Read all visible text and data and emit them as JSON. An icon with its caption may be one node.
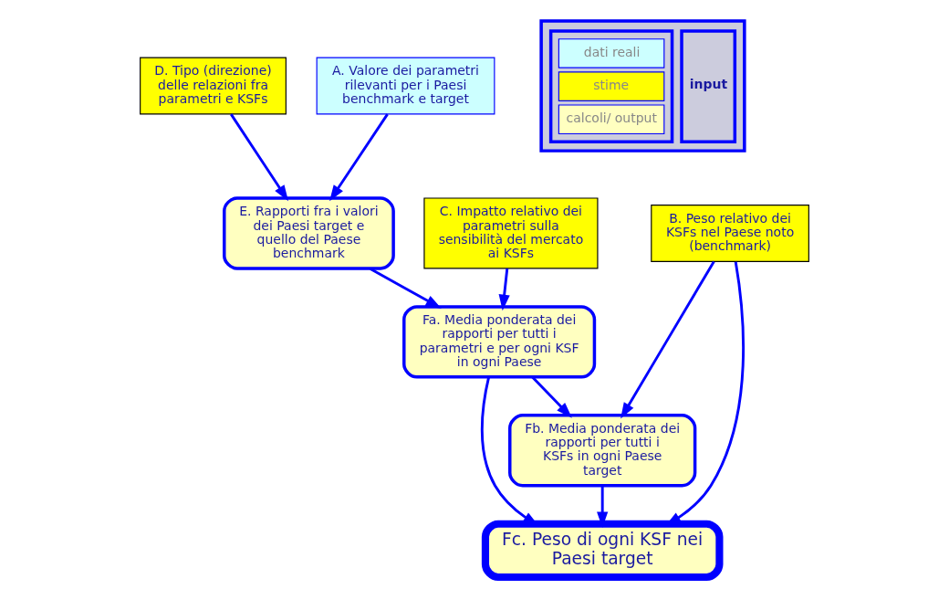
{
  "diagram": {
    "nodes": [
      {
        "text": [
          "D. Tipo (direzione) delle relazioni fra parametri e KSFs"
        ]
      },
      {
        "text": [
          "A. Valore dei parametri rilevanti per i Paesi benchmark e target"
        ]
      },
      {
        "text": [
          "E. Rapporti fra i valori dei Paesi target e quello del Paese benchmark"
        ]
      },
      {
        "text": [
          "B. Peso relativo dei KSFs nel Paese noto (benchmark)"
        ]
      },
      {
        "text": [
          "C. Impatto relativo dei parametri sulla sensibilità del mercato ai KSFs"
        ]
      },
      {
        "text": [
          "Fc. Peso di ogni KSF nei Paesi target"
        ]
      },
      {
        "text": [
          "Fa. Media ponderata dei rapporti per tutti i parametri e per ogni KSF in ogni Paese"
        ]
      },
      {
        "text": [
          "Fb. Media ponderata dei rapporti per tutti i KSFs in ogni Paese target"
        ]
      }
    ],
    "edges": [
      {
        "from": 1,
        "to": 2,
        "arrow": "to"
      },
      {
        "from": 0,
        "to": 2,
        "arrow": "to"
      },
      {
        "from": 2,
        "to": 6,
        "arrow": "to"
      },
      {
        "from": 4,
        "to": 6,
        "arrow": "to"
      },
      {
        "from": 3,
        "to": 5,
        "arrow": "to"
      },
      {
        "from": 3,
        "to": 7,
        "arrow": "to"
      },
      {
        "from": 6,
        "to": 5,
        "arrow": "to"
      },
      {
        "from": 6,
        "to": 7,
        "arrow": "to"
      },
      {
        "from": 7,
        "to": 5,
        "arrow": "to"
      }
    ],
    "labels": [
      "input"
    ],
    "legend": [
      {
        "text": "dati reali",
        "color": "#ccffff"
      },
      {
        "text": "stime",
        "color": "#ffff00"
      },
      {
        "text": "calcoli/ output",
        "color": "#ffffc0"
      }
    ]
  }
}
